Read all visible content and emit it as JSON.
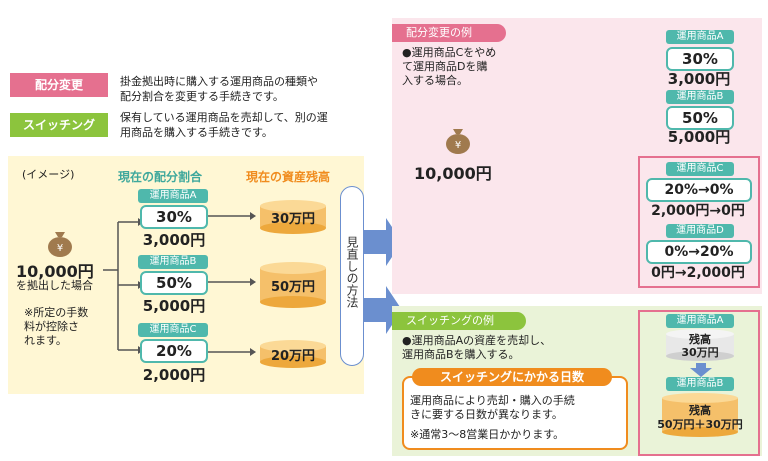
{
  "definitions": [
    {
      "tag": "配分変更",
      "color": "#e5708f",
      "lines": [
        "掛金拠出時に購入する運用商品の種類や",
        "配分割合を変更する手続きです。"
      ]
    },
    {
      "tag": "スイッチング",
      "color": "#8cc43d",
      "lines": [
        "保有している運用商品を売却して、別の運",
        "用商品を購入する手続きです。"
      ]
    }
  ],
  "image_panel": {
    "label": "(イメージ)",
    "header_ratio": "現在の配分割合",
    "header_balance": "現在の資産残高",
    "total": "10,000円",
    "total_caption": "を拠出した場合",
    "note": [
      "※所定の手数",
      "料が控除さ",
      "れます。"
    ],
    "products": [
      {
        "name": "運用商品A",
        "pct": "30%",
        "amount": "3,000円",
        "balance": "30万円"
      },
      {
        "name": "運用商品B",
        "pct": "50%",
        "amount": "5,000円",
        "balance": "50万円"
      },
      {
        "name": "運用商品C",
        "pct": "20%",
        "amount": "2,000円",
        "balance": "20万円"
      }
    ],
    "review_methods": "見直しの方法"
  },
  "reallocation_example": {
    "title": "配分変更の例",
    "text": [
      "●運用商品Cをやめ",
      "て運用商品Dを購",
      "入する場合。"
    ],
    "total": "10,000円",
    "products": [
      {
        "name": "運用商品A",
        "pct": "30%",
        "amount": "3,000円"
      },
      {
        "name": "運用商品B",
        "pct": "50%",
        "amount": "5,000円"
      },
      {
        "name": "運用商品C",
        "pct": "20%→0%",
        "amount": "2,000円→0円"
      },
      {
        "name": "運用商品D",
        "pct": "0%→20%",
        "amount": "0円→2,000円"
      }
    ]
  },
  "switching_example": {
    "title": "スイッチングの例",
    "text": [
      "●運用商品Aの資産を売却し、",
      "運用商品Bを購入する。"
    ],
    "days_title": "スイッチングにかかる日数",
    "days_text": [
      "運用商品により売却・購入の手続",
      "きに要する日数が異なります。"
    ],
    "days_note": "※通常3～8営業日かかります。",
    "from": {
      "name": "運用商品A",
      "label": "残高",
      "value": "30万円"
    },
    "to": {
      "name": "運用商品B",
      "label": "残高",
      "value": "50万円＋30万円"
    }
  },
  "colors": {
    "teal": "#4fb8ac",
    "pink": "#e5708f",
    "green": "#8cc43d",
    "orange": "#f08c1e",
    "cylinder": "#f5c06a",
    "arrow": "#6b8fcf",
    "yellow_bg": "#fff7d4",
    "pink_bg": "#fbe6ec",
    "green_bg": "#eaf3d8"
  },
  "icons": [
    "money-bag-icon",
    "arrow-right-icon",
    "arrow-down-icon"
  ]
}
